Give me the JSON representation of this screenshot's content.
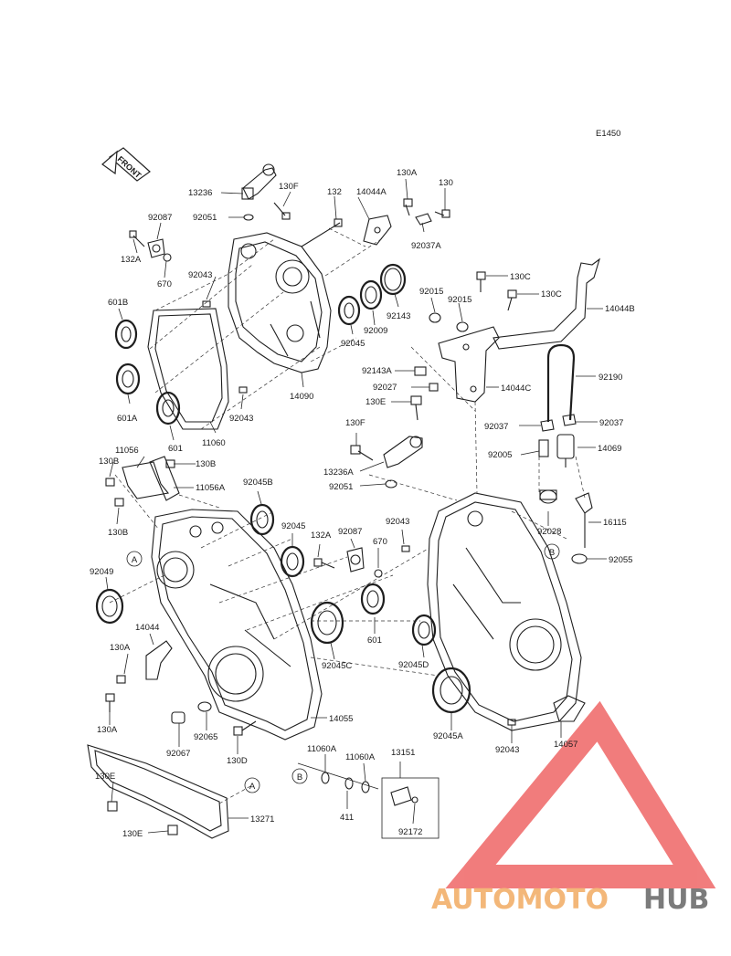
{
  "figure_code": "E1450",
  "front_label": "FRONT",
  "brand": {
    "text_left": "AUTOMOTO",
    "text_right": "HUB",
    "color_left": "#f3b779",
    "color_right": "#7b7b7b",
    "triangle_color": "#ef5b5b"
  },
  "callouts": {
    "c13236": "13236",
    "c130F": "130F",
    "c132": "132",
    "c14044A": "14044A",
    "c130A_top": "130A",
    "c130_top": "130",
    "c92051_top": "92051",
    "c92037A": "92037A",
    "c92087_top": "92087",
    "c132A_top": "132A",
    "c670_top": "670",
    "c92043_a": "92043",
    "c601B": "601B",
    "c92143": "92143",
    "c92009": "92009",
    "c92045_top": "92045",
    "c601A": "601A",
    "c601_top": "601",
    "c11060": "11060",
    "c92043_b": "92043",
    "c14090": "14090",
    "c92015_a": "92015",
    "c92015_b": "92015",
    "c130C_a": "130C",
    "c130C_b": "130C",
    "c14044B": "14044B",
    "c92143A": "92143A",
    "c92027": "92027",
    "c130E_mid": "130E",
    "c14044C": "14044C",
    "c92190": "92190",
    "c92037_l": "92037",
    "c92037_r": "92037",
    "c130F_mid": "130F",
    "c92005": "92005",
    "c14069": "14069",
    "c13236A": "13236A",
    "c92051_mid": "92051",
    "c11056": "11056",
    "c130B_a": "130B",
    "c130B_b": "130B",
    "c11056A": "11056A",
    "c130B_c": "130B",
    "c92045B": "92045B",
    "c92045_mid": "92045",
    "c132A_mid": "132A",
    "c92087_mid": "92087",
    "c670_mid": "670",
    "c92043_c": "92043",
    "c92028": "92028",
    "c16115": "16115",
    "c92055": "92055",
    "c92049": "92049",
    "c601_mid": "601",
    "c14044": "14044",
    "c130A_l": "130A",
    "c92045C": "92045C",
    "c92045D": "92045D",
    "c130A_b": "130A",
    "c14055": "14055",
    "c92065": "92065",
    "c92067": "92067",
    "c130D": "130D",
    "c92045A": "92045A",
    "c92043_d": "92043",
    "c14057": "14057",
    "c11060A_a": "11060A",
    "c11060A_b": "11060A",
    "c13151": "13151",
    "c411": "411",
    "c92172": "92172",
    "c130E_a": "130E",
    "c130E_b": "130E",
    "c13271": "13271",
    "refA_1": "A",
    "refA_2": "A",
    "refB_1": "B",
    "refB_2": "B"
  }
}
